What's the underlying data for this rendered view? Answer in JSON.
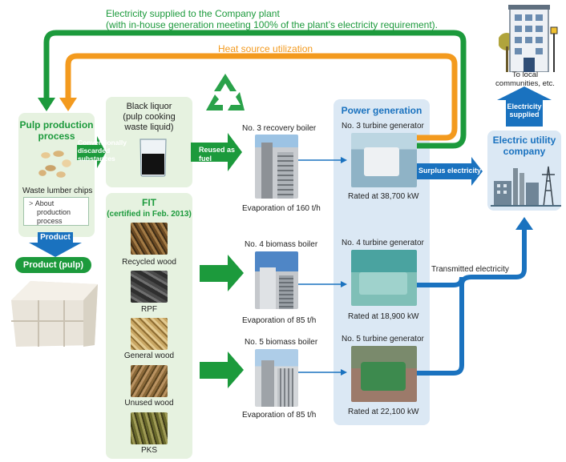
{
  "top_flow": {
    "electricity_line1": "Electricity supplied to the Company plant",
    "electricity_line2": "(with in-house generation meeting 100% of the plant’s electricity requirement).",
    "heat": "Heat source utilization"
  },
  "pulp": {
    "title_line1": "Pulp production",
    "title_line2": "process",
    "chips_label": "Waste lumber chips",
    "link_line1": "About",
    "link_line2": "production",
    "link_line3": "process",
    "product_arrow": "Product",
    "product_pill": "Product (pulp)"
  },
  "black_liquor": {
    "line1": "Black liquor",
    "line2": "(pulp cooking",
    "line3": "waste liquid)",
    "discarded_line1": "Conventionally",
    "discarded_line2": "discarded",
    "discarded_line3": "substances",
    "reused_line1": "Reused as",
    "reused_line2": "fuel"
  },
  "fit": {
    "title": "FIT",
    "subtitle": "(certified in Feb. 2013)",
    "items": [
      "Recycled wood",
      "RPF",
      "General wood",
      "Unused wood",
      "PKS"
    ]
  },
  "boilers": [
    {
      "name": "No. 3 recovery boiler",
      "evaporation": "Evaporation of 160 t/h"
    },
    {
      "name": "No. 4 biomass boiler",
      "evaporation": "Evaporation of 85 t/h"
    },
    {
      "name": "No. 5 biomass boiler",
      "evaporation": "Evaporation of 85 t/h"
    }
  ],
  "generation": {
    "title": "Power generation",
    "turbines": [
      {
        "name": "No. 3 turbine generator",
        "rating": "Rated at 38,700 kW"
      },
      {
        "name": "No. 4 turbine generator",
        "rating": "Rated at 18,900 kW"
      },
      {
        "name": "No. 5 turbine generator",
        "rating": "Rated at 22,100 kW"
      }
    ]
  },
  "flows": {
    "surplus": "Surplus electricity",
    "transmitted": "Transmitted electricity",
    "supplied_line1": "Electricity",
    "supplied_line2": "supplied"
  },
  "utility": {
    "title_line1": "Electric utility",
    "title_line2": "company"
  },
  "community": {
    "line1": "To local",
    "line2": "communities, etc."
  },
  "colors": {
    "green": "#1c9a3c",
    "orange": "#f39a1e",
    "blue": "#1a72bf",
    "panel_green": "#e6f2e0",
    "panel_blue": "#dbe8f4"
  }
}
